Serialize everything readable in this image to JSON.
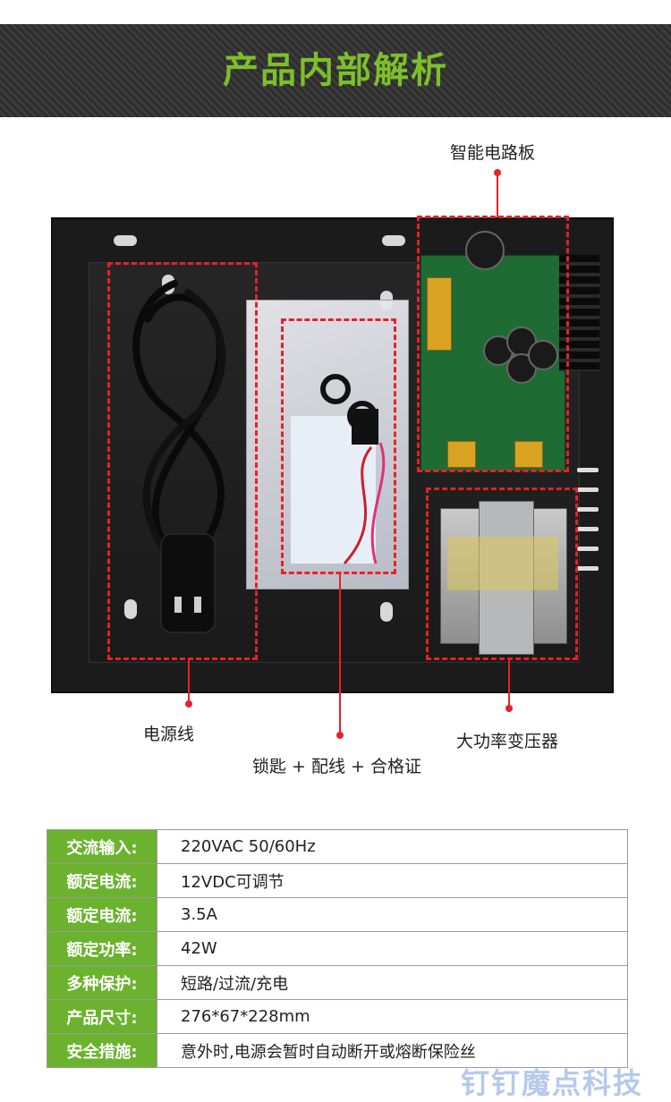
{
  "banner": {
    "title": "产品内部解析"
  },
  "callouts": {
    "circuit_board": "智能电路板",
    "power_cord": "电源线",
    "key_wiring_cert": "锁匙 + 配线 + 合格证",
    "transformer": "大功率变压器"
  },
  "specs": [
    {
      "label": "交流输入:",
      "value": "220VAC  50/60Hz"
    },
    {
      "label": "额定电流:",
      "value": "12VDC可调节"
    },
    {
      "label": "额定电流:",
      "value": "3.5A"
    },
    {
      "label": "额定功率:",
      "value": "42W"
    },
    {
      "label": "多种保护:",
      "value": "短路/过流/充电"
    },
    {
      "label": "产品尺寸:",
      "value": "276*67*228mm"
    },
    {
      "label": "安全措施:",
      "value": "意外时,电源会暂时自动断开或熔断保险丝"
    }
  ],
  "watermark": "钉钉魔点科技",
  "colors": {
    "accent_green": "#7dc02a",
    "table_green": "#6bb32e",
    "callout_red": "#e8202a"
  }
}
